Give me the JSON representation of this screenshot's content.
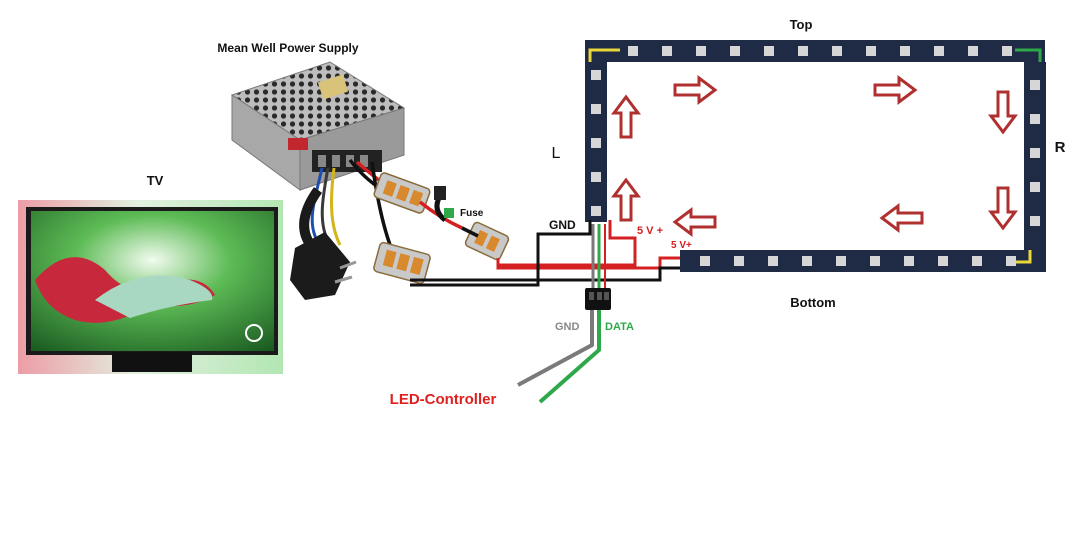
{
  "labels": {
    "power_supply": "Mean Well Power Supply",
    "tv": "TV",
    "top": "Top",
    "bottom": "Bottom",
    "left": "L",
    "right": "R",
    "fuse": "Fuse",
    "gnd_top": "GND",
    "v5_plus_a": "5 V +",
    "v5_plus_b": "5 V+",
    "gnd_ctrl": "GND",
    "data_ctrl": "DATA",
    "controller": "LED-Controller"
  },
  "colors": {
    "strip": "#1f2a44",
    "led": "#d6d6d6",
    "arrow_fill": "#ffffff",
    "arrow_stroke": "#b03030",
    "wire_red": "#d42020",
    "wire_black": "#111111",
    "wire_green": "#2ea84a",
    "wire_gray": "#7a7a7a",
    "controller_text": "#e02020",
    "data_text": "#2ea84a",
    "gnd_text": "#888888",
    "v5_text": "#d42020"
  },
  "icons": [
    "power-supply-icon",
    "tv-icon",
    "plug-icon",
    "connector-icon",
    "fuse-icon",
    "flow-arrow-icon"
  ]
}
